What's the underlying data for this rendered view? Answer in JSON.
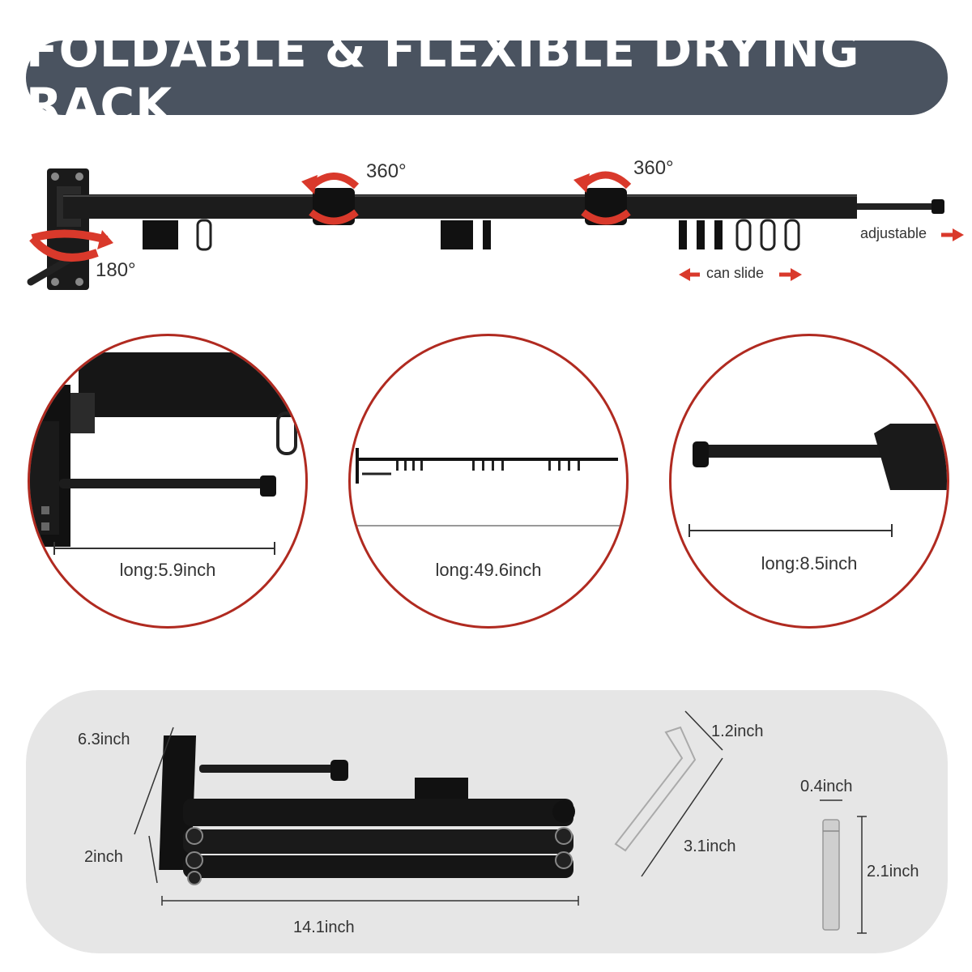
{
  "banner": {
    "title": "FOLDABLE & FLEXIBLE DRYING RACK",
    "bg_color": "#4a5360"
  },
  "rack": {
    "rotation_left": "180°",
    "rotation_mid": "360°",
    "rotation_right": "360°",
    "adjustable_label": "adjustable",
    "slide_label": "can slide",
    "arrow_color": "#d9392b"
  },
  "details": [
    {
      "label": "long:5.9inch"
    },
    {
      "label": "long:49.6inch"
    },
    {
      "label": "long:8.5inch"
    }
  ],
  "folded": {
    "height_top": "6.3inch",
    "height_bottom": "2inch",
    "length": "14.1inch"
  },
  "wrench": {
    "short": "1.2inch",
    "long": "3.1inch"
  },
  "screw": {
    "width": "0.4inch",
    "length": "2.1inch"
  }
}
